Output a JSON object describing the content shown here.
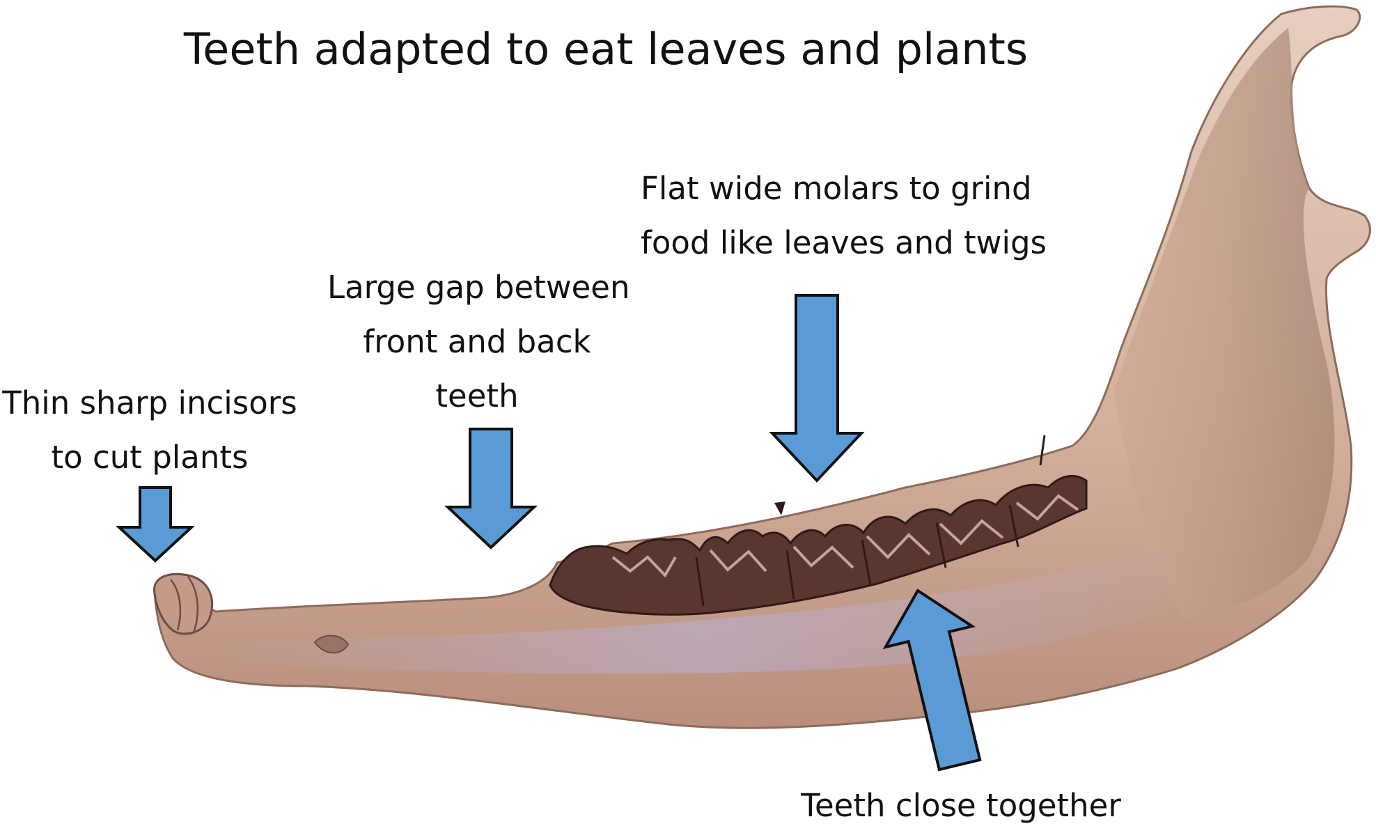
{
  "diagram": {
    "title": "Teeth adapted to eat leaves and plants",
    "labels": {
      "incisors": [
        "Thin sharp incisors",
        "to cut plants"
      ],
      "gap": [
        "Large gap between",
        "front and back",
        "teeth"
      ],
      "molars": [
        "Flat  wide molars to grind",
        "food like leaves and twigs"
      ],
      "close": [
        "Teeth close together"
      ]
    }
  },
  "colors": {
    "arrow_fill": "#5b9bd5",
    "arrow_stroke": "#111111",
    "bone_light": "#e2c8b6",
    "bone_mid": "#c9a08d",
    "bone_shadow": "#9e7b6b",
    "tooth_dark": "#4a2a24",
    "tooth_mid": "#7a4a42",
    "tooth_light": "#c9a39a",
    "bone_tint": "#b8b0d8"
  }
}
